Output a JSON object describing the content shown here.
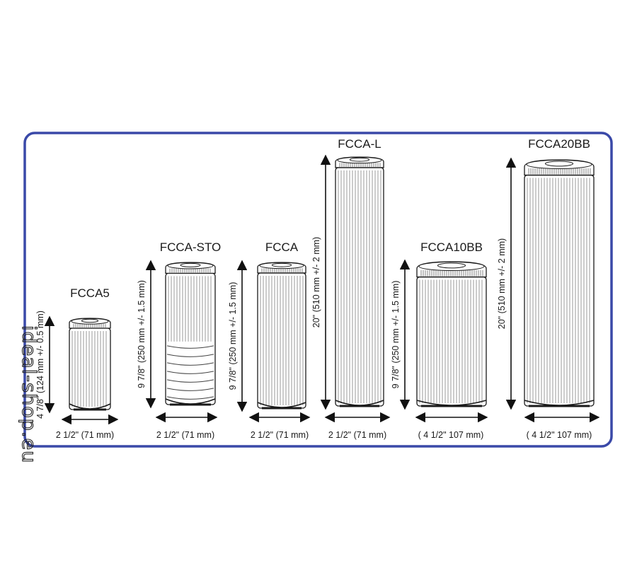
{
  "watermark": "ideal-shop.eu",
  "colors": {
    "frame": "#3a49a8",
    "ink": "#1a1a1a"
  },
  "cartridges": [
    {
      "name": "FCCA5",
      "height_label": "4 7/8\" (124 mm +/- 0.5 mm)",
      "width_label": "2 1/2\" (71 mm)",
      "style": "pleated"
    },
    {
      "name": "FCCA-STO",
      "height_label": "9 7/8\" (250 mm +/- 1.5 mm)",
      "width_label": "2 1/2\" (71 mm)",
      "style": "sediment-carbon"
    },
    {
      "name": "FCCA",
      "height_label": "9 7/8\" (250 mm +/- 1.5 mm)",
      "width_label": "2 1/2\" (71 mm)",
      "style": "pleated"
    },
    {
      "name": "FCCA-L",
      "height_label": "20\" (510 mm +/- 2 mm)",
      "width_label": "2 1/2\" (71 mm)",
      "style": "pleated"
    },
    {
      "name": "FCCA10BB",
      "height_label": "9 7/8\" (250 mm +/- 1.5 mm)",
      "width_label": "( 4 1/2\" 107 mm)",
      "style": "pleated"
    },
    {
      "name": "FCCA20BB",
      "height_label": "20\" (510 mm +/- 2 mm)",
      "width_label": "( 4 1/2\" 107 mm)",
      "style": "pleated"
    }
  ]
}
